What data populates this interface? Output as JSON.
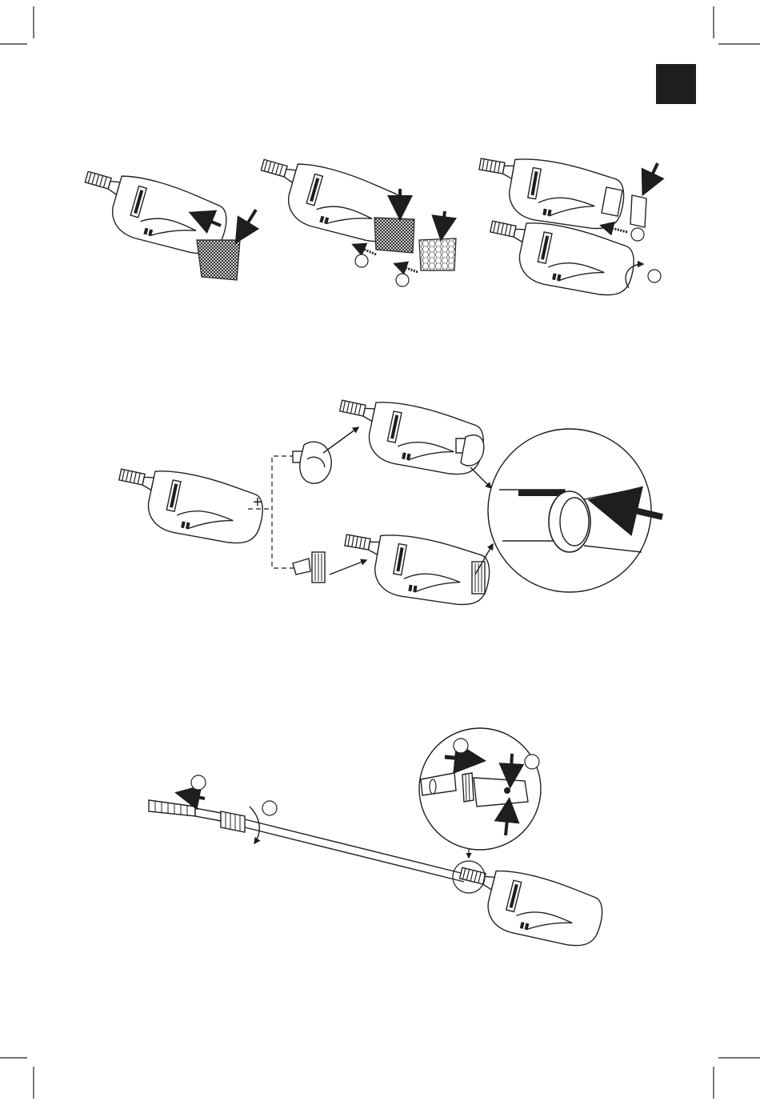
{
  "page": {
    "background": "#ffffff",
    "ink": "#1e1e1e"
  },
  "corner_tab": {
    "color": "#1e1e1e"
  },
  "figure_1": {
    "panels": [
      {
        "name": "insert-outer-filter",
        "arrows": 2
      },
      {
        "name": "insert-inner-filters",
        "step_markers": [
          "",
          ""
        ]
      },
      {
        "name": "attach-end-cap",
        "step_markers": [
          "",
          ""
        ]
      }
    ]
  },
  "figure_2": {
    "join_symbol": "+",
    "attachments": [
      "round-brush-head",
      "wide-brush-head"
    ]
  },
  "figure_3": {
    "step_markers": [
      "",
      "",
      "",
      ""
    ]
  }
}
